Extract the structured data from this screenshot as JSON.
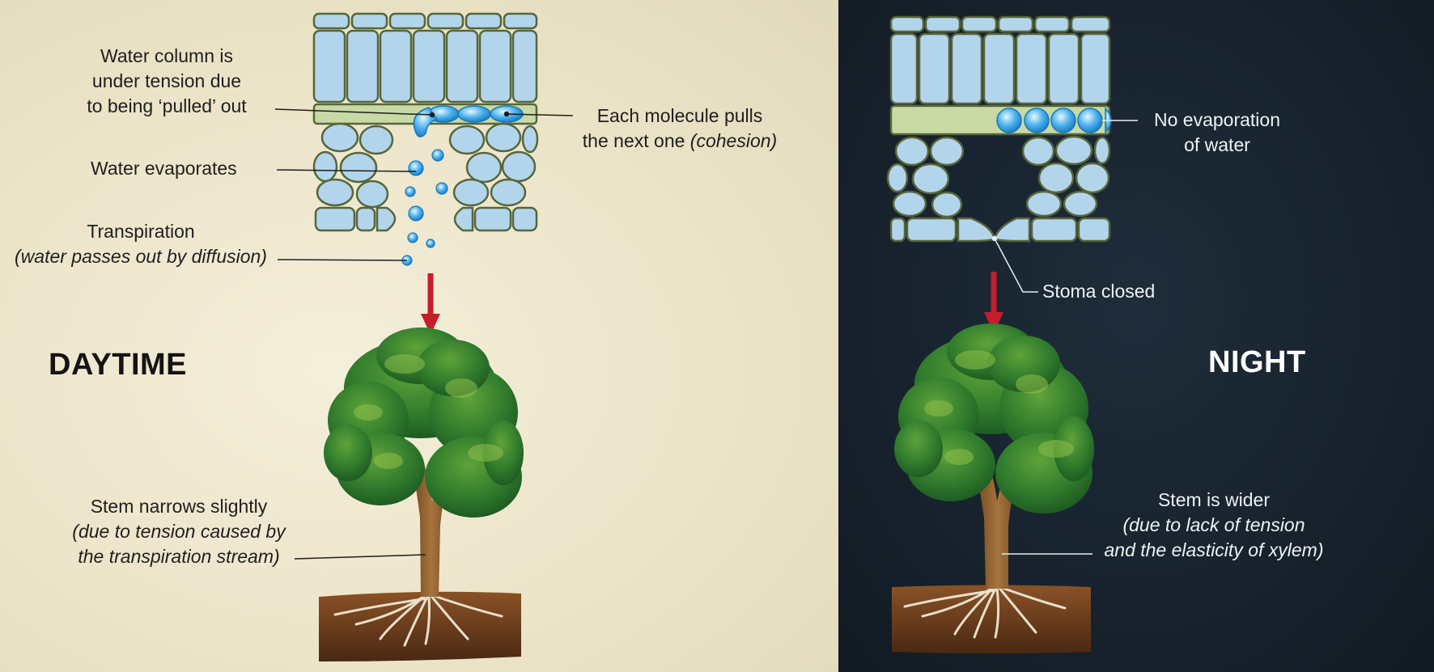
{
  "day": {
    "title": "DAYTIME",
    "water_column": [
      "Water column is",
      "under tension due",
      "to being ‘pulled’ out"
    ],
    "molecule_pull_1": "Each molecule pulls",
    "molecule_pull_2_prefix": "the next one ",
    "molecule_pull_2_italic": "(cohesion)",
    "evaporates": "Water evaporates",
    "transpiration_title": "Transpiration",
    "transpiration_detail": "(water passes out by diffusion)",
    "stem_title": "Stem narrows slightly",
    "stem_detail_1": "(due to tension caused by",
    "stem_detail_2": "the transpiration stream)"
  },
  "night": {
    "title": "NIGHT",
    "no_evap_1": "No evaporation",
    "no_evap_2": "of water",
    "stoma": "Stoma closed",
    "stem_title": "Stem is wider",
    "stem_detail_1": "(due to lack of tension",
    "stem_detail_2": "and the elasticity of xylem)"
  },
  "colors": {
    "day_background": "#ece4c8",
    "night_background": "#17222d",
    "cell_fill": "#b3d5ec",
    "cell_outline": "#56663a",
    "xylem": "#c9d9a6",
    "water_droplet": "#2f9fe0",
    "arrow": "#c71d2a",
    "foliage": "#2f7a2c",
    "trunk": "#8a5a2b",
    "soil": "#6b3a1d"
  }
}
